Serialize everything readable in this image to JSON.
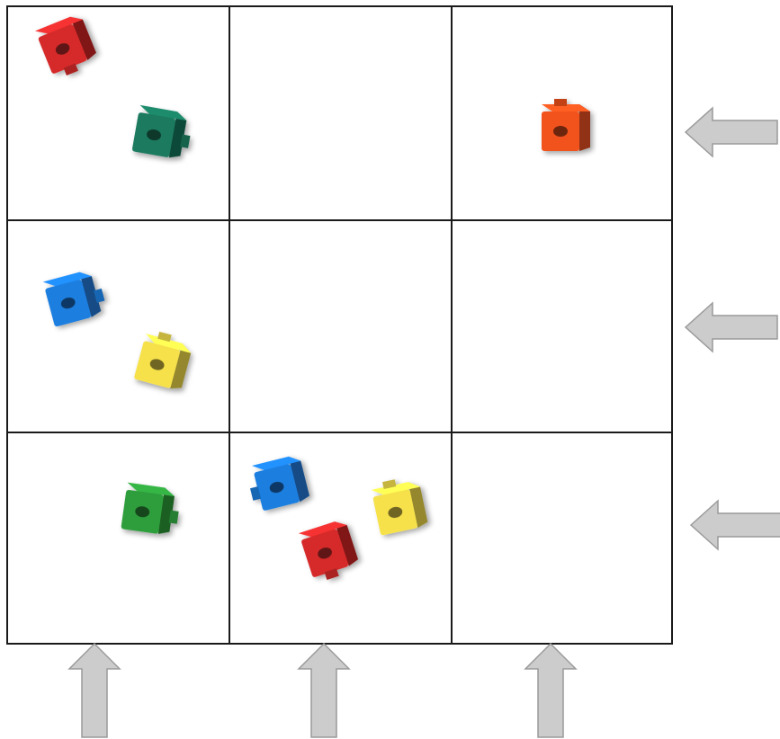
{
  "grid": {
    "rows": 3,
    "cols": 3
  },
  "colors": {
    "red": "#d62a2a",
    "dark_green": "#1b7a5e",
    "orange": "#f2521f",
    "blue": "#1f7fe0",
    "yellow": "#f6e14b",
    "green": "#2f9e3c",
    "arrow_fill": "#cccccc",
    "arrow_stroke": "#9a9a9a",
    "line": "#1a1a1a"
  },
  "cells": [
    {
      "row": 1,
      "col": 1,
      "cubes": [
        "red",
        "dark_green"
      ]
    },
    {
      "row": 1,
      "col": 2,
      "cubes": []
    },
    {
      "row": 1,
      "col": 3,
      "cubes": [
        "orange"
      ]
    },
    {
      "row": 2,
      "col": 1,
      "cubes": [
        "blue",
        "yellow"
      ]
    },
    {
      "row": 2,
      "col": 2,
      "cubes": []
    },
    {
      "row": 2,
      "col": 3,
      "cubes": []
    },
    {
      "row": 3,
      "col": 1,
      "cubes": [
        "green"
      ]
    },
    {
      "row": 3,
      "col": 2,
      "cubes": [
        "blue",
        "yellow",
        "red"
      ]
    },
    {
      "row": 3,
      "col": 3,
      "cubes": []
    }
  ],
  "arrows": {
    "rows": [
      "row-1",
      "row-2",
      "row-3"
    ],
    "cols": [
      "col-1",
      "col-2",
      "col-3"
    ]
  }
}
